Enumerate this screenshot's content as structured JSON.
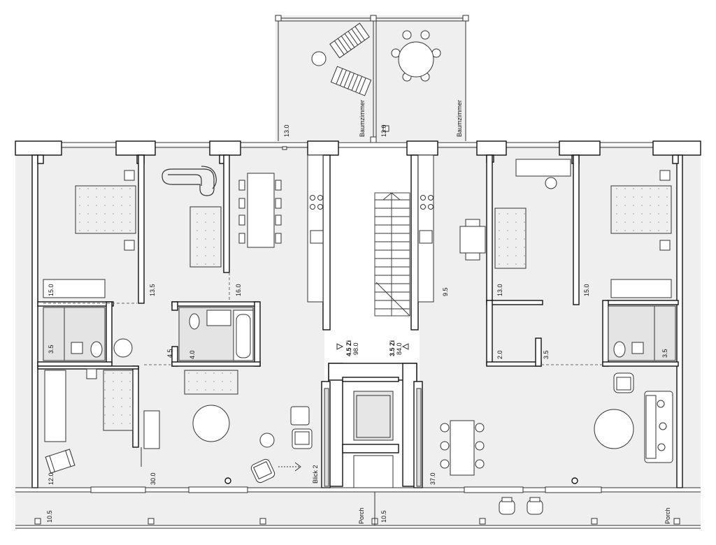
{
  "plan": {
    "areas": {
      "balcony_left": "13.0",
      "balcony_right": "13.0",
      "left_bedroom": "15.0",
      "left_kids_room": "13.5",
      "left_kitchen": "16.0",
      "left_shower": "3.5",
      "left_hall": "4.5",
      "left_bath": "4.0",
      "left_study": "12.0",
      "left_living": "30.0",
      "right_kitchen": "9.5",
      "right_kids_room": "13.0",
      "right_bedroom": "15.0",
      "right_store": "2.0",
      "right_closet": "3.5",
      "right_shower": "3.5",
      "right_living": "37.0",
      "porch_left": "10.5",
      "porch_right": "10.5"
    },
    "balcony_label": "Baumzimmer",
    "porch_label": "Porch",
    "view_label": "Blick 2",
    "unit_left": {
      "rooms": "4.5 Zi",
      "area": "98.0"
    },
    "unit_right": {
      "rooms": "3.5 Zi",
      "area": "84.0"
    }
  }
}
